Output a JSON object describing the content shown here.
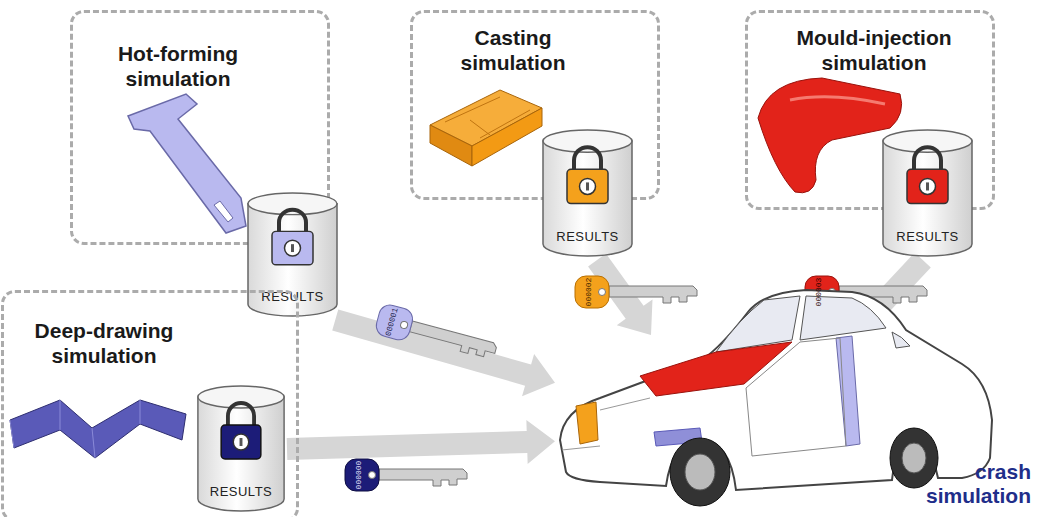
{
  "diagram": {
    "nodes": [
      {
        "text": [
          "Hot-forming simulation"
        ]
      },
      {
        "text": [
          "RESULTS"
        ],
        "in": 0
      },
      {
        "text": [
          "Casting simulation"
        ]
      },
      {
        "text": [
          "RESULTS"
        ],
        "in": 2
      },
      {
        "text": [
          "Mould-injection simulation"
        ]
      },
      {
        "text": [
          "RESULTS"
        ],
        "in": 4
      },
      {
        "text": [
          "Deep-drawing simulation"
        ]
      },
      {
        "text": [
          "RESULTS"
        ],
        "in": 6
      },
      {
        "text": [
          "crash simulation"
        ]
      }
    ],
    "edges": [
      {
        "from": 1,
        "to": 8,
        "arrow": "to"
      },
      {
        "from": 3,
        "to": 8,
        "arrow": "to"
      },
      {
        "from": 5,
        "to": 8,
        "arrow": "to"
      },
      {
        "from": 7,
        "to": 8,
        "arrow": "to"
      }
    ],
    "labels": [
      "000001",
      "000002",
      "000003",
      "000000"
    ]
  }
}
